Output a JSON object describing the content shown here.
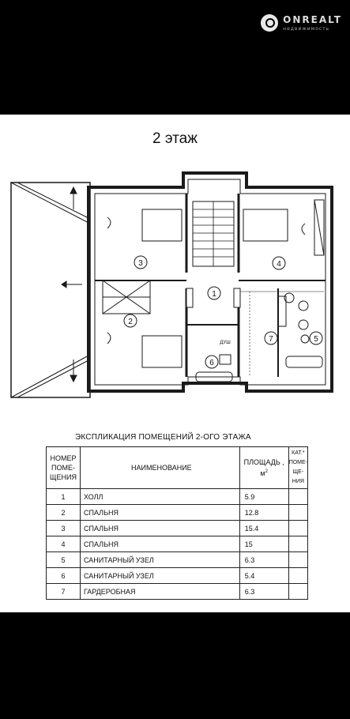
{
  "brand": {
    "name": "ONREALT",
    "subtitle": "недвижимость"
  },
  "floor_title": "2 этаж",
  "room_markers": [
    "1",
    "2",
    "3",
    "4",
    "5",
    "6",
    "7"
  ],
  "plan_labels": {
    "shower": "ДУШ"
  },
  "table": {
    "title": "ЭКСПЛИКАЦИЯ ПОМЕЩЕНИЙ 2-ОГО ЭТАЖА",
    "headers": {
      "number": [
        "НОМЕР",
        "ПОМЕ-",
        "ЩЕНИЯ"
      ],
      "name": "НАИМЕНОВАНИЕ",
      "area": "ПЛОЩАДЬ ,",
      "area_unit": "м",
      "area_power": "2",
      "category": [
        "КАТ.*",
        "ПОМЕ-",
        "ЩЕ-",
        "НИЯ"
      ]
    },
    "rows": [
      {
        "num": "1",
        "name": "ХОЛЛ",
        "area": "5.9"
      },
      {
        "num": "2",
        "name": "СПАЛЬНЯ",
        "area": "12.8"
      },
      {
        "num": "3",
        "name": "СПАЛЬНЯ",
        "area": "15.4"
      },
      {
        "num": "4",
        "name": "СПАЛЬНЯ",
        "area": "15"
      },
      {
        "num": "5",
        "name": "САНИТАРНЫЙ УЗЕЛ",
        "area": "6.3"
      },
      {
        "num": "6",
        "name": "САНИТАРНЫЙ УЗЕЛ",
        "area": "5.4"
      },
      {
        "num": "7",
        "name": "ГАРДЕРОБНАЯ",
        "area": "6.3"
      }
    ]
  }
}
